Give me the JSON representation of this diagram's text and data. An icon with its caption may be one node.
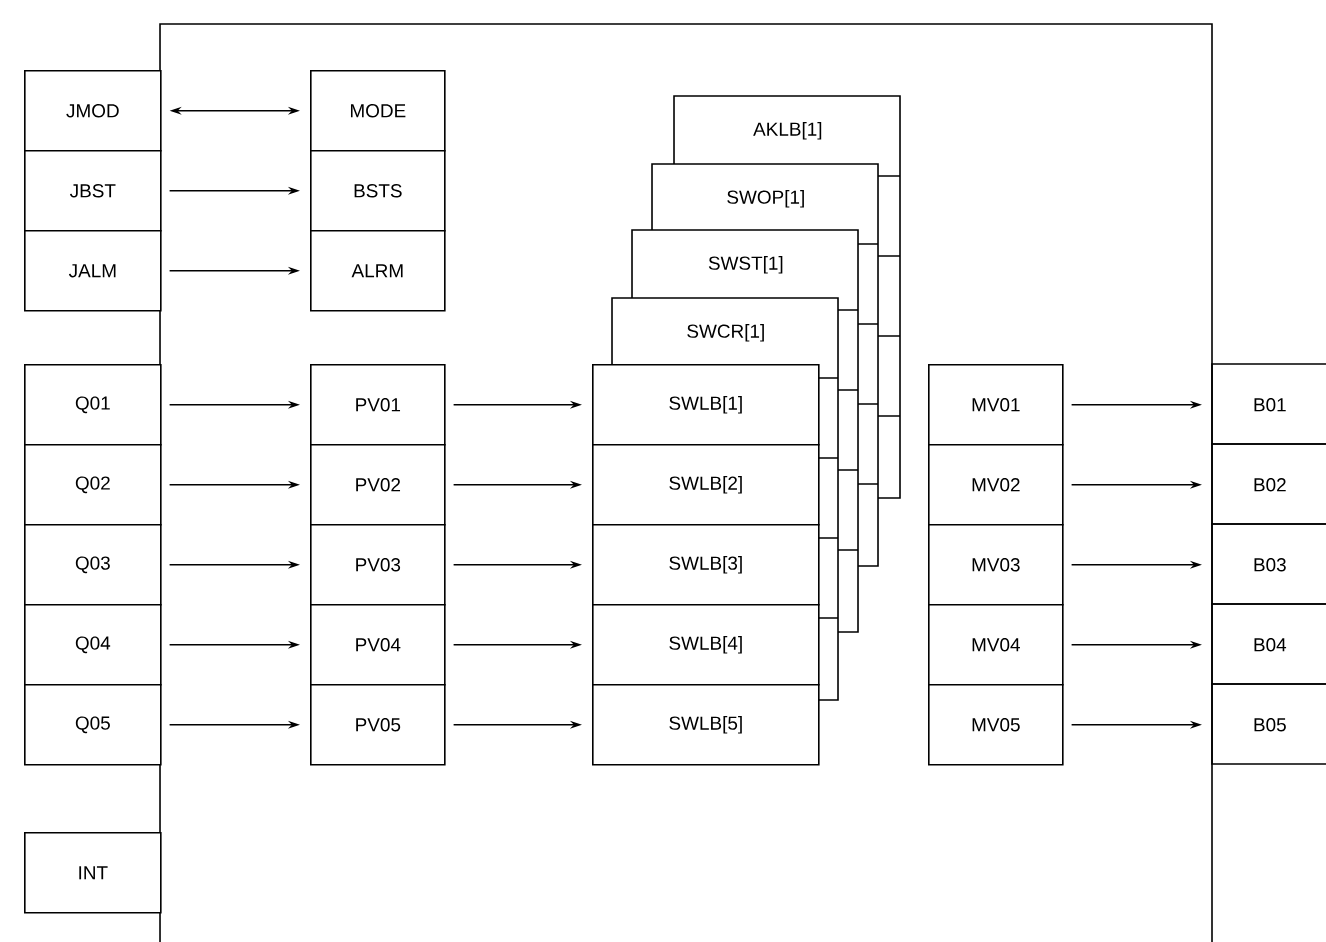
{
  "diagram": {
    "nodes": [
      {
        "text": [
          "JMOD"
        ]
      },
      {
        "text": [
          "JBST"
        ]
      },
      {
        "text": [
          "JALM"
        ]
      },
      {
        "text": [
          "MODE"
        ]
      },
      {
        "text": [
          "BSTS"
        ]
      },
      {
        "text": [
          "ALRM"
        ]
      },
      {
        "text": [
          "AKLB[1]"
        ]
      },
      {
        "text": [
          "SWOP[1]"
        ]
      },
      {
        "text": [
          "SWST[1]"
        ]
      },
      {
        "text": [
          "SWCR[1]"
        ]
      },
      {
        "text": [
          "Q01"
        ]
      },
      {
        "text": [
          "Q02"
        ]
      },
      {
        "text": [
          "Q03"
        ]
      },
      {
        "text": [
          "Q04"
        ]
      },
      {
        "text": [
          "Q05"
        ]
      },
      {
        "text": [
          "PV01"
        ]
      },
      {
        "text": [
          "PV02"
        ]
      },
      {
        "text": [
          "PV03"
        ]
      },
      {
        "text": [
          "PV04"
        ]
      },
      {
        "text": [
          "PV05"
        ]
      },
      {
        "text": [
          "SWLB[1]"
        ]
      },
      {
        "text": [
          "SWLB[2]"
        ]
      },
      {
        "text": [
          "SWLB[3]"
        ]
      },
      {
        "text": [
          "SWLB[4]"
        ]
      },
      {
        "text": [
          "SWLB[5]"
        ]
      },
      {
        "text": [
          "MV01"
        ]
      },
      {
        "text": [
          "MV02"
        ]
      },
      {
        "text": [
          "MV03"
        ]
      },
      {
        "text": [
          "MV04"
        ]
      },
      {
        "text": [
          "MV05"
        ]
      },
      {
        "text": [
          "B01"
        ]
      },
      {
        "text": [
          "B02"
        ]
      },
      {
        "text": [
          "B03"
        ]
      },
      {
        "text": [
          "B04"
        ]
      },
      {
        "text": [
          "B05"
        ]
      },
      {
        "text": [
          "INT"
        ]
      }
    ],
    "edges": [
      {
        "from": 0,
        "to": 3,
        "arrow": "both"
      },
      {
        "from": 1,
        "to": 4,
        "arrow": "to"
      },
      {
        "from": 2,
        "to": 5,
        "arrow": "to"
      },
      {
        "from": 10,
        "to": 15,
        "arrow": "to"
      },
      {
        "from": 11,
        "to": 16,
        "arrow": "to"
      },
      {
        "from": 12,
        "to": 17,
        "arrow": "to"
      },
      {
        "from": 13,
        "to": 18,
        "arrow": "to"
      },
      {
        "from": 14,
        "to": 19,
        "arrow": "to"
      },
      {
        "from": 15,
        "to": 20,
        "arrow": "to"
      },
      {
        "from": 16,
        "to": 21,
        "arrow": "to"
      },
      {
        "from": 17,
        "to": 22,
        "arrow": "to"
      },
      {
        "from": 18,
        "to": 23,
        "arrow": "to"
      },
      {
        "from": 19,
        "to": 24,
        "arrow": "to"
      },
      {
        "from": 25,
        "to": 30,
        "arrow": "to"
      },
      {
        "from": 26,
        "to": 31,
        "arrow": "to"
      },
      {
        "from": 27,
        "to": 32,
        "arrow": "to"
      },
      {
        "from": 28,
        "to": 33,
        "arrow": "to"
      },
      {
        "from": 29,
        "to": 34,
        "arrow": "to"
      }
    ]
  }
}
